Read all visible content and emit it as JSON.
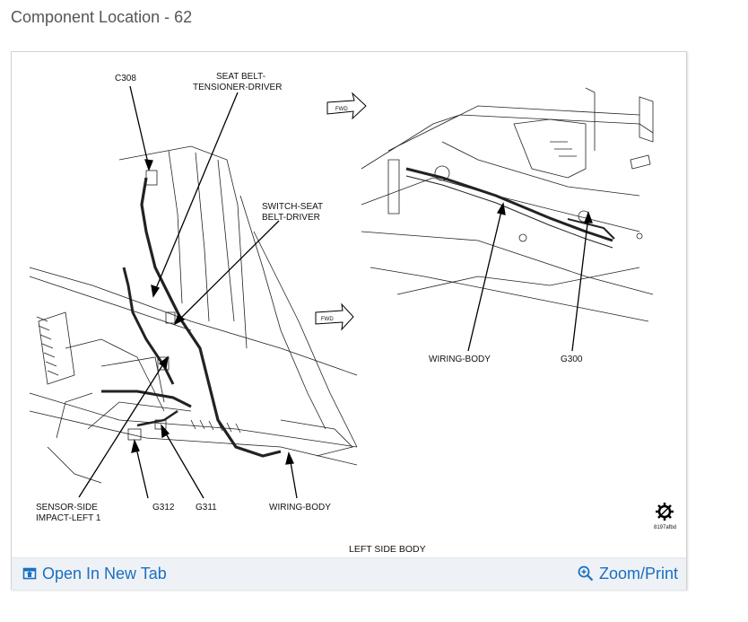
{
  "page": {
    "title": "Component Location - 62"
  },
  "figure": {
    "labels": {
      "c308": "C308",
      "seat_belt_tensioner": [
        "SEAT BELT-",
        "TENSIONER-DRIVER"
      ],
      "switch_seat_belt": [
        "SWITCH-SEAT",
        "BELT-DRIVER"
      ],
      "sensor_side_impact": [
        "SENSOR-SIDE",
        "IMPACT-LEFT 1"
      ],
      "g312": "G312",
      "g311": "G311",
      "wiring_body_left": "WIRING-BODY",
      "wiring_body_right": "WIRING-BODY",
      "g300": "G300",
      "fwd_1": "FWD",
      "fwd_2": "FWD",
      "image_code": "8197afbd"
    },
    "caption": "LEFT SIDE BODY"
  },
  "toolbar": {
    "open_tab_label": "Open In New Tab",
    "zoom_print_label": "Zoom/Print"
  },
  "icons": {
    "open_tab": "open-new-tab-icon",
    "zoom": "zoom-icon",
    "logo": "gear-logo-icon"
  },
  "colors": {
    "link": "#1a6fbf",
    "toolbar_bg": "#eef2f6",
    "title": "#555555"
  }
}
